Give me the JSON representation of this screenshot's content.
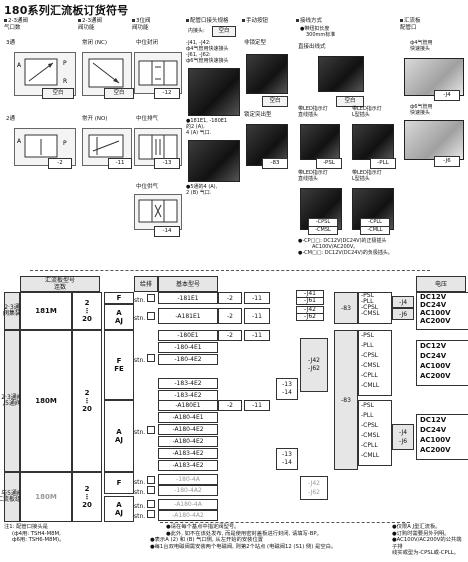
{
  "title": "180系列汇流板订货符号",
  "top_sections": {
    "ports": {
      "label": "2-3通阀\n气口数"
    },
    "function_2_3": {
      "label": "2-3通阀\n阀功能"
    },
    "function_3pos": {
      "label": "3位阀\n阀功能"
    },
    "manifold_fitting": {
      "label": "配管口接头规格"
    },
    "manual": {
      "label": "手动按钮"
    },
    "wiring": {
      "label": "接线方式"
    },
    "manifold_pipe": {
      "label": "汇流板\n配管口"
    }
  },
  "ports_opts": [
    {
      "label": "3通",
      "code": "空白"
    },
    {
      "label": "2通",
      "code": "-2"
    }
  ],
  "fn23_opts": [
    {
      "label": "常闭 (NC)",
      "code": "空白"
    },
    {
      "label": "常开 (NO)",
      "code": "-11"
    }
  ],
  "fn3_opts": [
    {
      "label": "中位封闭",
      "code": "-12"
    },
    {
      "label": "中位排气",
      "code": "-13"
    },
    {
      "label": "中位供气",
      "code": "-14"
    }
  ],
  "fitting": {
    "inner_label": "内接头:",
    "inner_code": "空白",
    "lines": [
      "-J41, -J42:",
      "ф4气管用快速接头",
      "-J61, -J62:",
      "ф6气管用快速接头"
    ],
    "note_a": "●181E1, -180E1",
    "note_b": "的2 (A),",
    "note_c": "4 (A) 气口.",
    "note_d": "●5通的4 (A),",
    "note_e": "2 (B) 气口.",
    "codes": [
      "-J41",
      "-J42",
      "-J61",
      "-J62"
    ]
  },
  "manual": {
    "label": "非锁定型",
    "code": "空白",
    "lock_label": "锁定突出型",
    "lock_code": "-83"
  },
  "wiring": {
    "sub1": "●带纽扣长度",
    "sub2": "300mm标准",
    "direct": "直接出线式",
    "direct_code": "空白",
    "psl": "带LED指示灯\n直线插头",
    "psl_code": "-PSL",
    "pll": "带LED指示灯\nL型插头",
    "pll_code": "-PLL",
    "cpsl": "带LED指示灯\n直线插头",
    "cpll": "带LED指示灯\nL型插头",
    "c_codes": [
      "-CPSL",
      "-CMSL",
      "-CPLL",
      "-CMLL"
    ],
    "legend1": "●-CP□□: DC12V(DC24V)的正极插头",
    "legend2": "AC100V/AC200V。",
    "legend3": "●-CM□□: DC12V(DC24V)的负极插头。"
  },
  "manifold_pipe": {
    "label1": "ф4气管用\n快速接头",
    "code1": "-J4",
    "label2": "ф6气管用\n快速接头",
    "code2": "-J6"
  },
  "table": {
    "headers": {
      "stations": "汇流板型号\n连数",
      "feed": "给排",
      "base": "基本型号",
      "voltage": "电压"
    },
    "left_labels": {
      "r1": "2·3通\n阀集装",
      "r2": "2·3通阀\n/5通阀",
      "r3": "与5通阀\n汇流板组合"
    },
    "models": {
      "m1": "181M",
      "m2": "180M",
      "m3": "180M"
    },
    "stations_range": "2\n⋮\n20",
    "feed_a": "A\nAJ",
    "feed_f": "F",
    "feed_ffe": "F\nFE",
    "stn": "stn.",
    "row1_codes": [
      "-181E1",
      "-A181E1"
    ],
    "row2_codes": [
      "-180E1",
      "-180-4E1",
      "-180-4E2",
      "-183-4E2",
      "-183-4E2"
    ],
    "row3_codes": [
      "-A180E1",
      "-A180-4E1",
      "-A180-4E2",
      "-A180-4E2",
      "-A183-4E2",
      "-A183-4E2"
    ],
    "row4_codes": [
      "-180-4A",
      "-180-4A2",
      "-A180-4A",
      "-A180-4A2"
    ],
    "opt_2": "-2",
    "opt_11": "-11",
    "opt_13": "-13",
    "opt_14": "-14",
    "jcodes_row1": [
      "-J41",
      "-J61",
      "-J42",
      "-J62"
    ],
    "jcodes_mid": [
      "-J42",
      "-J62"
    ],
    "code_83": "-83",
    "wiring_codes": [
      "-PSL",
      "-PLL",
      "-CPSL",
      "-CMSL",
      "-CPLL",
      "-CMLL"
    ],
    "wiring_codes_short": [
      "-PSL",
      "-PLL",
      "-CPSL",
      "-CMSL"
    ],
    "j4": "-J4",
    "j6": "-J6",
    "voltages": [
      "DC12V",
      "DC24V",
      "AC100V",
      "AC200V"
    ]
  },
  "notes": {
    "n1": "注1: 配管口接头是",
    "n2": "(ф4用: TSH4-M8M,",
    "n3": "ф6用: TSH6-M8M)。",
    "c1": "●请在每个基点中指定阀型号。",
    "c2": "●此外, 如不在该处发布, 而是使用密封盖板进行封闭, 请填写-BP。",
    "c3": "●表示A (2) 和 (B) 气口侧, 从左开始的安装位置",
    "c4": "●每1台双电磁阀需安装两个电磁阀, 则第2个站点 (电磁阀12 (S1) 侧) 是空白。",
    "r1": "●仅限A J型汇流板。",
    "r2": "●订购时需要另外列明。",
    "r3": "●AC100V/AC200V的公共端子排",
    "r4": "线实或型为-CPSL或-CPLL。"
  }
}
